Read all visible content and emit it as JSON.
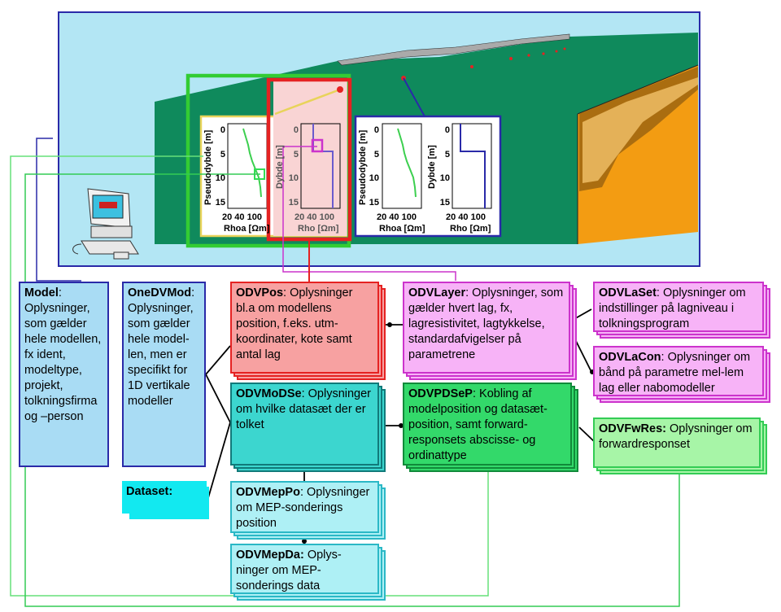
{
  "colors": {
    "sky": "#b3e6f4",
    "ground": "#0f8a5c",
    "side": "#f39c12",
    "frame_blue": "#2a2aa8",
    "model": "#a9dcf4",
    "odvpos": "#f7a1a1",
    "odvlayer": "#f7b3f7",
    "odvmodse": "#3cd6cf",
    "odvmeppo": "#aef0f5",
    "odvpdsep": "#33d96a",
    "odvfwres": "#a7f5a7",
    "dataset": "#12e9f0"
  },
  "icons": [
    "computer-icon"
  ],
  "plots": {
    "ticks_y": [
      "0",
      "5",
      "10",
      "15"
    ],
    "ticks_x": "20 40 100",
    "pseudodybde_label": "Pseudodybde [m]",
    "dybde_label": "Dybde [m]",
    "rhoa_label": "Rhoa [Ωm]",
    "rho_label": "Rho [Ωm]"
  },
  "boxes": {
    "model": {
      "title": "Model",
      "body": ": Oplysninger, som gælder hele modellen, fx ident, modeltype, projekt, tolkningsfirma og –person"
    },
    "onedvmod": {
      "title": "OneDVMod",
      "body": ": Oplysninger, som gælder hele model-len, men er specifikt for 1D vertikale modeller"
    },
    "odvpos": {
      "title": "ODVPos",
      "body": ": Oplysninger bl.a om modellens position, f.eks. utm-koordinater, kote samt antal lag"
    },
    "odvlayer": {
      "title": "ODVLayer",
      "body": ": Oplysninger, som gælder hvert lag, fx, lagresistivitet, lagtykkelse, standardafvigelser på parametrene"
    },
    "odvlaset": {
      "title": "ODVLaSet",
      "body": ": Oplysninger om indstillinger på lagniveau i tolkningsprogram"
    },
    "odvlacon": {
      "title": "ODVLaCon",
      "body": ": Oplysninger om bånd på parametre mel-lem lag eller nabomodeller"
    },
    "odvmodse": {
      "title": "ODVMoDSe",
      "body": ": Oplysninger om hvilke datasæt der er tolket"
    },
    "odvpdsep": {
      "title": "ODVPDSeP",
      "body": ": Kobling af modelposition og datasæt-position, samt forward-responsets abscisse- og ordinattype"
    },
    "odvfwres": {
      "title": "ODVFwRes:",
      "body": " Oplysninger om forwardresponset"
    },
    "odvmeppo": {
      "title": "ODVMepPo",
      "body": ": Oplysninger om MEP-sonderings position"
    },
    "odvmepda": {
      "title": "ODVMepDa:",
      "body": " Oplys-ninger om MEP-sonderings data"
    },
    "dataset": {
      "title": "Dataset:"
    }
  }
}
